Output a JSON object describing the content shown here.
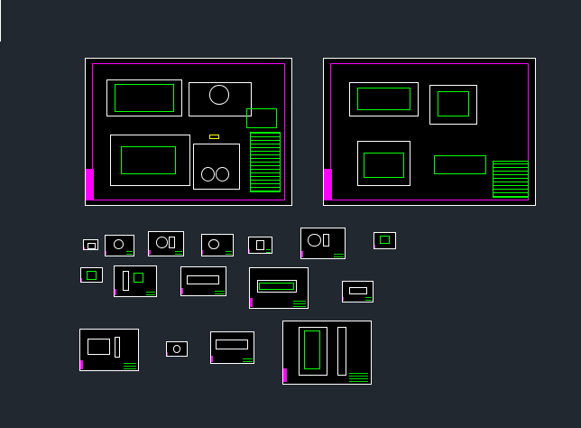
{
  "app": {
    "background": "#212830",
    "line_colors": [
      "#ff00ff",
      "#00ffff",
      "#00ff00",
      "#ffffff",
      "#ff3b3b",
      "#ffff00"
    ]
  },
  "sheets": [
    {
      "id": "assembly-main",
      "caption": ""
    },
    {
      "id": "assembly-second",
      "caption": ""
    },
    {
      "id": "part-1"
    },
    {
      "id": "part-2"
    },
    {
      "id": "part-3"
    },
    {
      "id": "part-4"
    },
    {
      "id": "part-5"
    },
    {
      "id": "part-6"
    },
    {
      "id": "part-7"
    },
    {
      "id": "part-8"
    },
    {
      "id": "part-9"
    },
    {
      "id": "part-10"
    },
    {
      "id": "part-11"
    },
    {
      "id": "part-12"
    },
    {
      "id": "part-13"
    },
    {
      "id": "part-14"
    },
    {
      "id": "part-15"
    },
    {
      "id": "part-16"
    }
  ]
}
